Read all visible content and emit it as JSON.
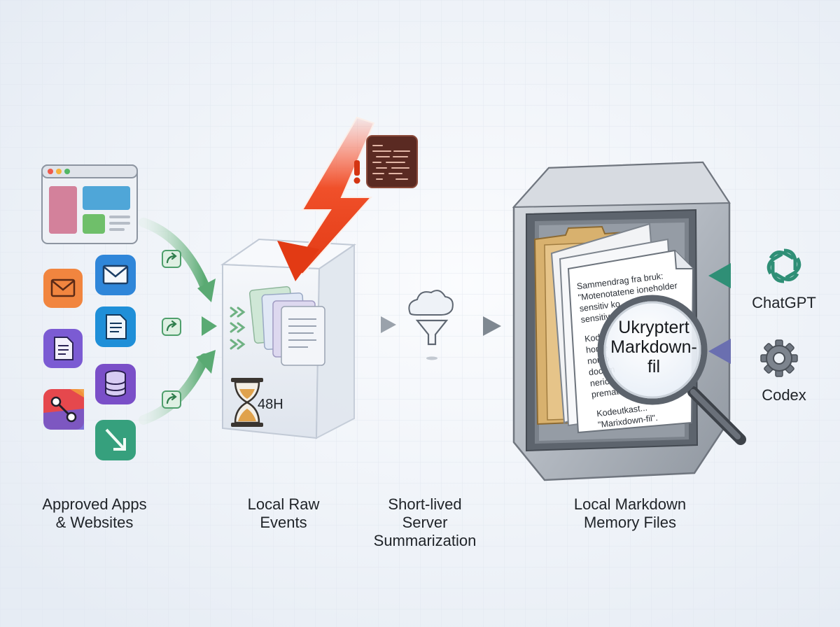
{
  "labels": {
    "sources": "Approved Apps\n& Websites",
    "raw_events": "Local Raw\nEvents",
    "summarization": "Short-lived\nServer\nSummarization",
    "memory_files": "Local Markdown\nMemory Files"
  },
  "retention_badge": "48H",
  "magnifier_text": {
    "line1": "Ukryptert",
    "line2": "Markdown-",
    "line3": "fil"
  },
  "document_text": {
    "line1": "Sammendrag fra bruk:",
    "line2": "\"Motenotatene ioneholder",
    "line3": "sensitiv ko",
    "line4": "sensitiv",
    "line5": "Kode",
    "line6": "home",
    "line7": "norso",
    "line8": "docum",
    "line9": "nerion.",
    "line10": "prematic",
    "line11": "Kodeutkast...",
    "line12": "\"Marixdown-fil\"."
  },
  "consumers": {
    "chatgpt": "ChatGPT",
    "codex": "Codex"
  },
  "icons": [
    "browser-window-icon",
    "mail-icon",
    "document-icon",
    "database-icon",
    "graph-icon",
    "diagonal-arrow-icon",
    "share-arrow-icon",
    "hourglass-icon",
    "funnel-icon",
    "cloud-icon",
    "lightning-bolt-icon",
    "warning-icon",
    "code-snippet-icon",
    "folder-icon",
    "magnifier-icon",
    "openai-logo-icon",
    "gear-icon"
  ],
  "colors": {
    "flow_green": "#4f9f6c",
    "attack_red": "#e2431f",
    "chatgpt_teal": "#2f8f76",
    "codex_purple": "#6a6fb0",
    "folder_tan": "#d8b16e"
  }
}
